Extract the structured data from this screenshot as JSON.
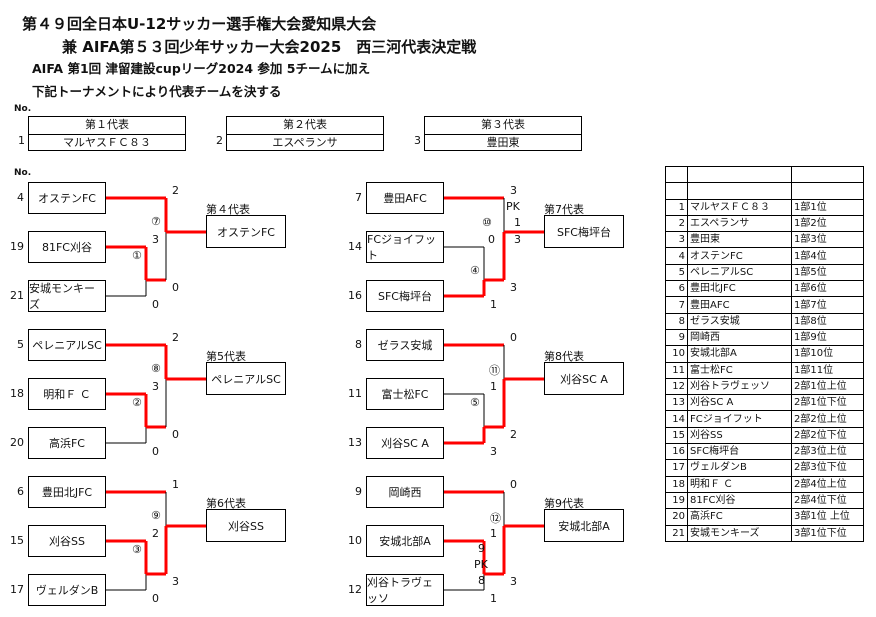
{
  "header": {
    "line1": "第４９回全日本U-12サッカー選手権大会愛知県大会",
    "line2": "兼 AIFA第５３回少年サッカー大会2025　西三河代表決定戦",
    "line3": "AIFA 第1回 津留建設cupリーグ2024 参加 5チームに加え",
    "line4": "下記トーナメントにより代表チームを決する",
    "no_label": "No."
  },
  "representatives": [
    {
      "no": "1",
      "title": "第１代表",
      "team": "マルヤスＦＣ８３"
    },
    {
      "no": "2",
      "title": "第２代表",
      "team": "エスペランサ"
    },
    {
      "no": "3",
      "title": "第３代表",
      "team": "豊田東"
    }
  ],
  "brackets": [
    {
      "rep_label": "第４代表",
      "winner": "オステンFC",
      "teams": [
        {
          "no": "4",
          "name": "オステンFC"
        },
        {
          "no": "19",
          "name": "81FC刈谷"
        },
        {
          "no": "21",
          "name": "安城モンキーズ"
        }
      ],
      "labels": [
        "2",
        "⑦",
        "3",
        "①",
        "0",
        "0"
      ]
    },
    {
      "rep_label": "第5代表",
      "winner": "ペレニアルSC",
      "teams": [
        {
          "no": "5",
          "name": "ペレニアルSC"
        },
        {
          "no": "18",
          "name": "明和Ｆ Ｃ"
        },
        {
          "no": "20",
          "name": "高浜FC"
        }
      ],
      "labels": [
        "2",
        "⑧",
        "3",
        "②",
        "0",
        "0"
      ]
    },
    {
      "rep_label": "第6代表",
      "winner": "刈谷SS",
      "teams": [
        {
          "no": "6",
          "name": "豊田北JFC"
        },
        {
          "no": "15",
          "name": "刈谷SS"
        },
        {
          "no": "17",
          "name": "ヴェルダンB"
        }
      ],
      "labels": [
        "1",
        "⑨",
        "2",
        "③",
        "3",
        "0"
      ]
    },
    {
      "rep_label": "第7代表",
      "winner": "SFC梅坪台",
      "teams": [
        {
          "no": "7",
          "name": "豊田AFC"
        },
        {
          "no": "14",
          "name": "FCジョイフット"
        },
        {
          "no": "16",
          "name": "SFC梅坪台"
        }
      ],
      "labels": [
        "3",
        "⑩",
        "0",
        "④",
        "3",
        "1",
        "PK",
        "1",
        "3"
      ]
    },
    {
      "rep_label": "第8代表",
      "winner": "刈谷SC A",
      "teams": [
        {
          "no": "8",
          "name": "ゼラス安城"
        },
        {
          "no": "11",
          "name": "富士松FC"
        },
        {
          "no": "13",
          "name": "刈谷SC A"
        }
      ],
      "labels": [
        "0",
        "⑪",
        "1",
        "⑤",
        "2",
        "3"
      ]
    },
    {
      "rep_label": "第9代表",
      "winner": "安城北部A",
      "teams": [
        {
          "no": "9",
          "name": "岡崎西"
        },
        {
          "no": "10",
          "name": "安城北部A"
        },
        {
          "no": "12",
          "name": "刈谷トラヴェッソ"
        }
      ],
      "labels": [
        "0",
        "⑫",
        "1",
        "",
        "3",
        "1",
        "9",
        "PK",
        "8"
      ]
    }
  ],
  "standings": [
    [
      "1",
      "マルヤスＦＣ８３",
      "1部1位"
    ],
    [
      "2",
      "エスペランサ",
      "1部2位"
    ],
    [
      "3",
      "豊田東",
      "1部3位"
    ],
    [
      "4",
      "オステンFC",
      "1部4位"
    ],
    [
      "5",
      "ペレニアルSC",
      "1部5位"
    ],
    [
      "6",
      "豊田北JFC",
      "1部6位"
    ],
    [
      "7",
      "豊田AFC",
      "1部7位"
    ],
    [
      "8",
      "ゼラス安城",
      "1部8位"
    ],
    [
      "9",
      "岡崎西",
      "1部9位"
    ],
    [
      "10",
      "安城北部A",
      "1部10位"
    ],
    [
      "11",
      "富士松FC",
      "1部11位"
    ],
    [
      "12",
      "刈谷トラヴェッソ",
      "2部1位上位"
    ],
    [
      "13",
      "刈谷SC A",
      "2部1位下位"
    ],
    [
      "14",
      "FCジョイフット",
      "2部2位上位"
    ],
    [
      "15",
      "刈谷SS",
      "2部2位下位"
    ],
    [
      "16",
      "SFC梅坪台",
      "2部3位上位"
    ],
    [
      "17",
      "ヴェルダンB",
      "2部3位下位"
    ],
    [
      "18",
      "明和Ｆ Ｃ",
      "2部4位上位"
    ],
    [
      "19",
      "81FC刈谷",
      "2部4位下位"
    ],
    [
      "20",
      "高浜FC",
      "3部1位 上位"
    ],
    [
      "21",
      "安城モンキーズ",
      "3部1位下位"
    ]
  ],
  "colors": {
    "winner_line": "#ff0000",
    "line": "#000000"
  }
}
